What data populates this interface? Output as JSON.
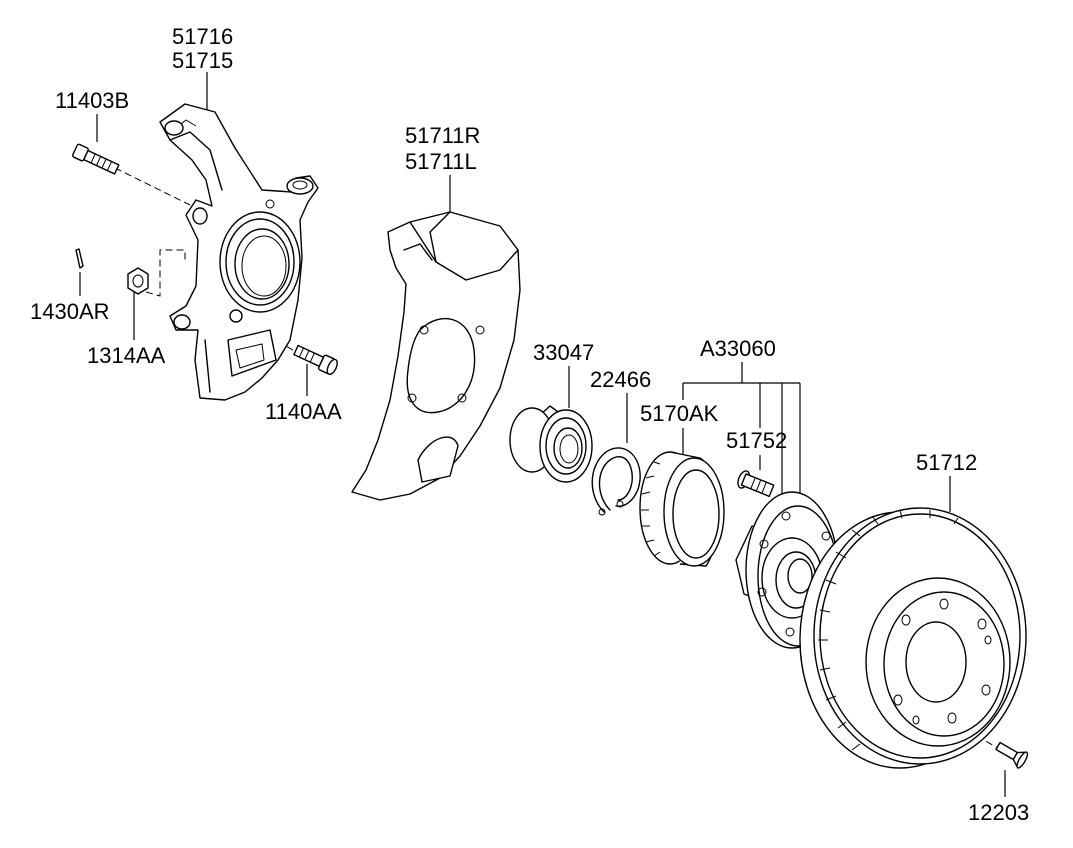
{
  "labels": {
    "p51716": "51716",
    "p51715": "51715",
    "p11403B": "11403B",
    "p51711R": "51711R",
    "p51711L": "51711L",
    "p1430AR": "1430AR",
    "p1314AA": "1314AA",
    "p1140AA": "1140AA",
    "p33047": "33047",
    "pA33060": "A33060",
    "p22466": "22466",
    "p5170AK": "5170AK",
    "p51752": "51752",
    "p51712": "51712",
    "p12203": "12203"
  }
}
